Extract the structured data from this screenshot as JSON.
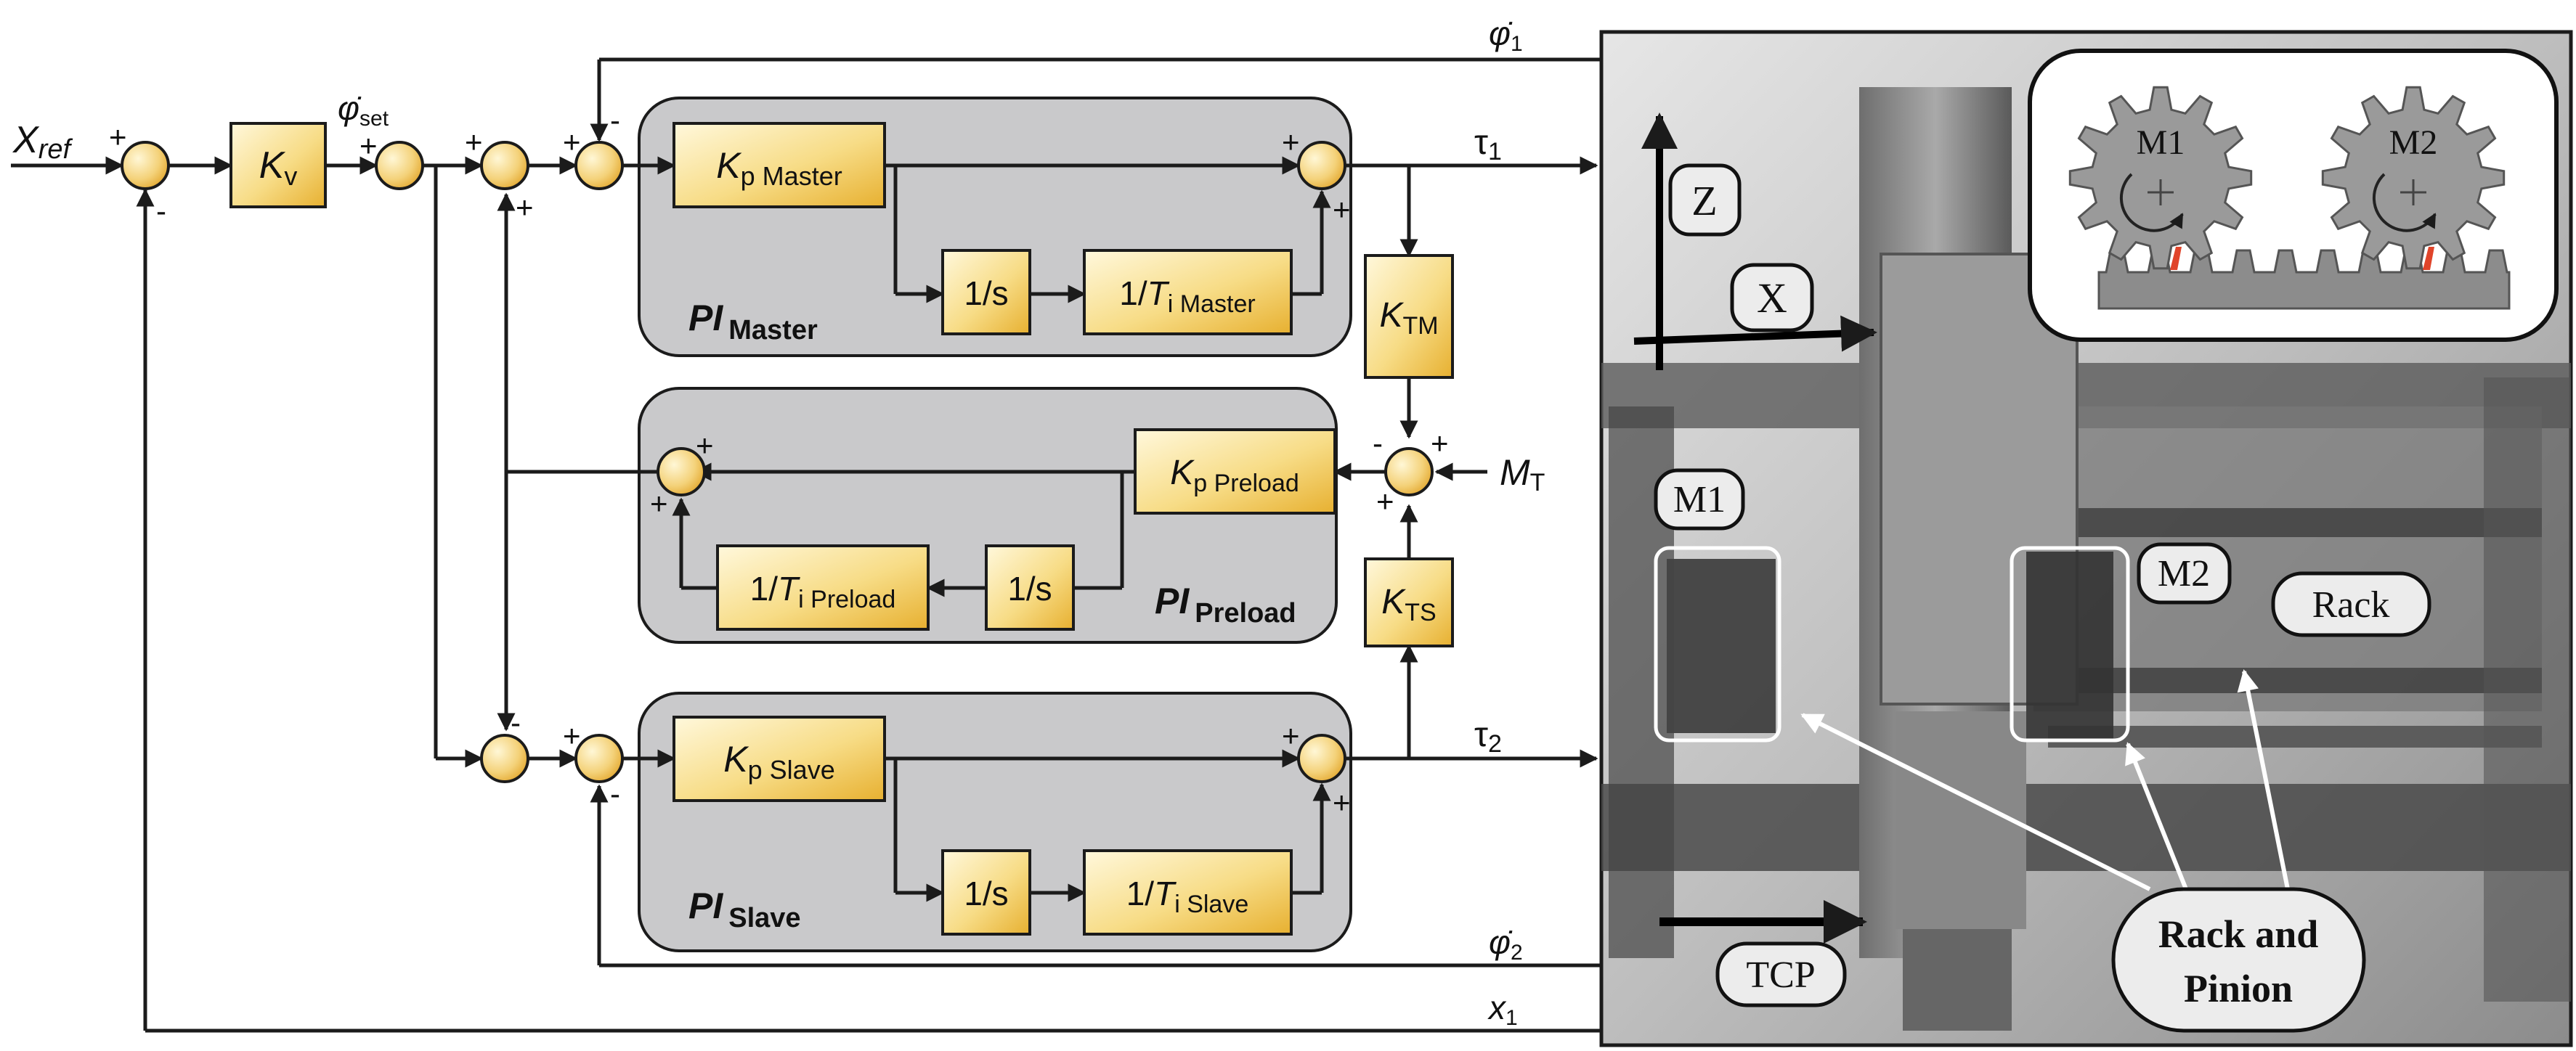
{
  "signals": {
    "xref": "X",
    "xref_sub": "ref",
    "phi_set": "φ̇",
    "phi_set_sub": "set",
    "phi1": "φ̇",
    "phi1_sub": "1",
    "phi2": "φ̇",
    "phi2_sub": "2",
    "tau1": "τ",
    "tau1_sub": "1",
    "tau2": "τ",
    "tau2_sub": "2",
    "x1": "x",
    "x1_sub": "1",
    "mt": "M",
    "mt_sub": "T"
  },
  "blocks": {
    "kv": {
      "main": "K",
      "sub": "v"
    },
    "kp_master": {
      "main": "K",
      "sub": "p Master"
    },
    "int_master": {
      "main": "1/s"
    },
    "ti_master": {
      "pre": "1/",
      "main": "T",
      "sub": "i Master"
    },
    "ktm": {
      "main": "K",
      "sub": "TM"
    },
    "kp_preload": {
      "main": "K",
      "sub": "p Preload"
    },
    "int_preload": {
      "main": "1/s"
    },
    "ti_preload": {
      "pre": "1/",
      "main": "T",
      "sub": "i Preload"
    },
    "kts": {
      "main": "K",
      "sub": "TS"
    },
    "kp_slave": {
      "main": "K",
      "sub": "p Slave"
    },
    "int_slave": {
      "main": "1/s"
    },
    "ti_slave": {
      "pre": "1/",
      "main": "T",
      "sub": "i Slave"
    }
  },
  "groups": {
    "master": {
      "main": "PI",
      "sub": "Master"
    },
    "preload": {
      "main": "PI",
      "sub": "Preload"
    },
    "slave": {
      "main": "PI",
      "sub": "Slave"
    }
  },
  "signs": {
    "plus": "+",
    "minus": "-"
  },
  "photo": {
    "axis_z": "Z",
    "axis_x": "X",
    "m1": "M1",
    "m2": "M2",
    "rack": "Rack",
    "tcp": "TCP",
    "rack_pinion_line1": "Rack and",
    "rack_pinion_line2": "Pinion",
    "gear_m1": "M1",
    "gear_m2": "M2"
  },
  "colors": {
    "block_light": "#fdf3cc",
    "block_dark": "#eab83a",
    "group_fill": "#c9c9cb",
    "flank_highlight": "#e0442a"
  }
}
